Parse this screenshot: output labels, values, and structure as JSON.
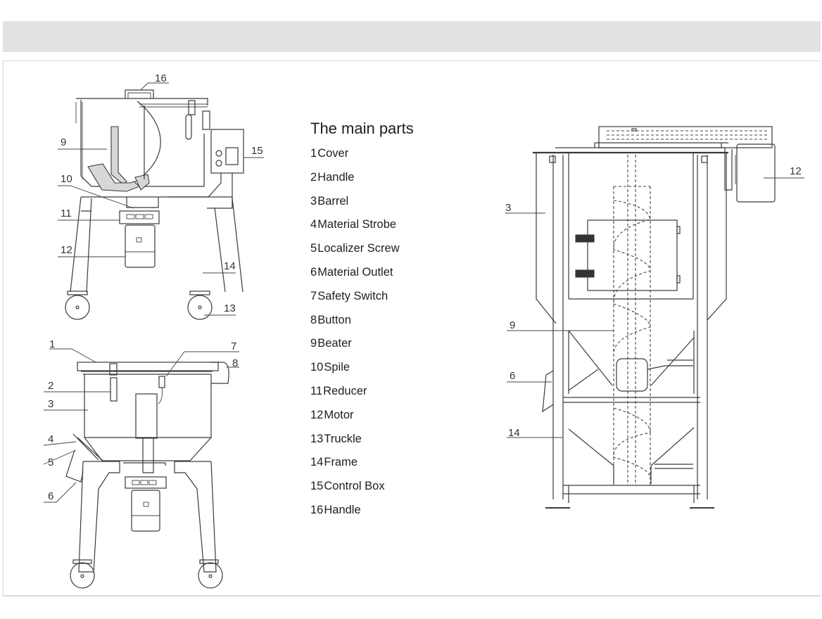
{
  "title": "The main parts",
  "parts": [
    {
      "num": "1",
      "name": "Cover"
    },
    {
      "num": "2",
      "name": "Handle"
    },
    {
      "num": "3",
      "name": "Barrel"
    },
    {
      "num": "4",
      "name": "Material Strobe"
    },
    {
      "num": "5",
      "name": "Localizer Screw"
    },
    {
      "num": "6",
      "name": "Material Outlet"
    },
    {
      "num": "7",
      "name": "Safety Switch"
    },
    {
      "num": "8",
      "name": "Button"
    },
    {
      "num": "9",
      "name": "Beater"
    },
    {
      "num": "10",
      "name": "Spile"
    },
    {
      "num": "11",
      "name": "Reducer"
    },
    {
      "num": "12",
      "name": "Motor"
    },
    {
      "num": "13",
      "name": "Truckle"
    },
    {
      "num": "14",
      "name": "Frame"
    },
    {
      "num": "15",
      "name": "Control Box"
    },
    {
      "num": "16",
      "name": "Handle"
    }
  ],
  "drawings": {
    "top_left": {
      "callouts": [
        "16",
        "9",
        "15",
        "10",
        "11",
        "12",
        "14",
        "13"
      ]
    },
    "bottom_left": {
      "callouts": [
        "1",
        "7",
        "8",
        "2",
        "3",
        "4",
        "5",
        "6"
      ]
    },
    "right": {
      "callouts": [
        "12",
        "3",
        "9",
        "6",
        "14"
      ]
    }
  }
}
